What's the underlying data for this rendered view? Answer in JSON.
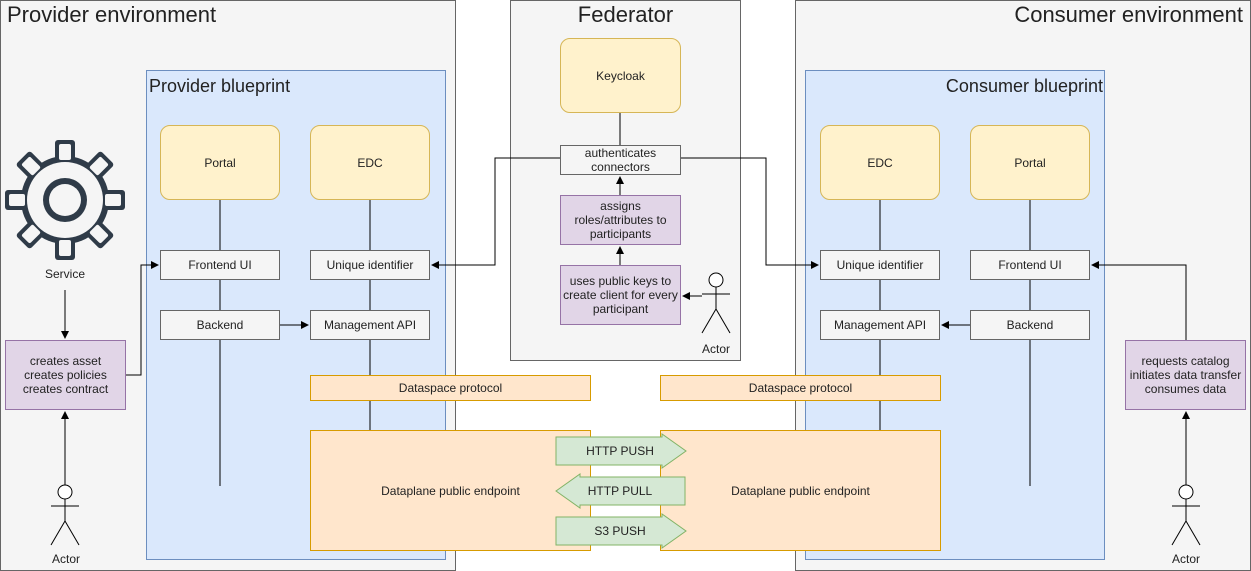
{
  "provider_env": {
    "title": "Provider environment",
    "service_label": "Service",
    "actor_label": "Actor",
    "actions": "creates asset\ncreates policies\ncreates contract",
    "blueprint": {
      "title": "Provider blueprint",
      "portal": "Portal",
      "edc": "EDC",
      "frontend_ui": "Frontend UI",
      "unique_identifier": "Unique identifier",
      "backend": "Backend",
      "management_api": "Management API"
    }
  },
  "federator": {
    "title": "Federator",
    "keycloak": "Keycloak",
    "authenticates": "authenticates connectors",
    "assigns": "assigns roles/attributes to participants",
    "uses_keys": "uses public keys to create client for every participant",
    "actor_label": "Actor"
  },
  "consumer_env": {
    "title": "Consumer environment",
    "actor_label": "Actor",
    "actions": "requests catalog\ninitiates data transfer\nconsumes data",
    "blueprint": {
      "title": "Consumer blueprint",
      "edc": "EDC",
      "portal": "Portal",
      "unique_identifier": "Unique identifier",
      "frontend_ui": "Frontend UI",
      "management_api": "Management API",
      "backend": "Backend"
    }
  },
  "shared": {
    "dataspace_protocol_left": "Dataspace protocol",
    "dataspace_protocol_right": "Dataspace protocol",
    "dataplane_left": "Dataplane public endpoint",
    "dataplane_right": "Dataplane public endpoint",
    "http_push": "HTTP PUSH",
    "http_pull": "HTTP PULL",
    "s3_push": "S3 PUSH"
  },
  "colors": {
    "env_fill": "#f5f5f5",
    "blueprint_fill": "#dae8fc",
    "yellow_fill": "#fff2cc",
    "purple_fill": "#e1d5e7",
    "orange_fill": "#ffe6cc",
    "green_fill": "#d5e8d4",
    "green_stroke": "#82b366"
  }
}
